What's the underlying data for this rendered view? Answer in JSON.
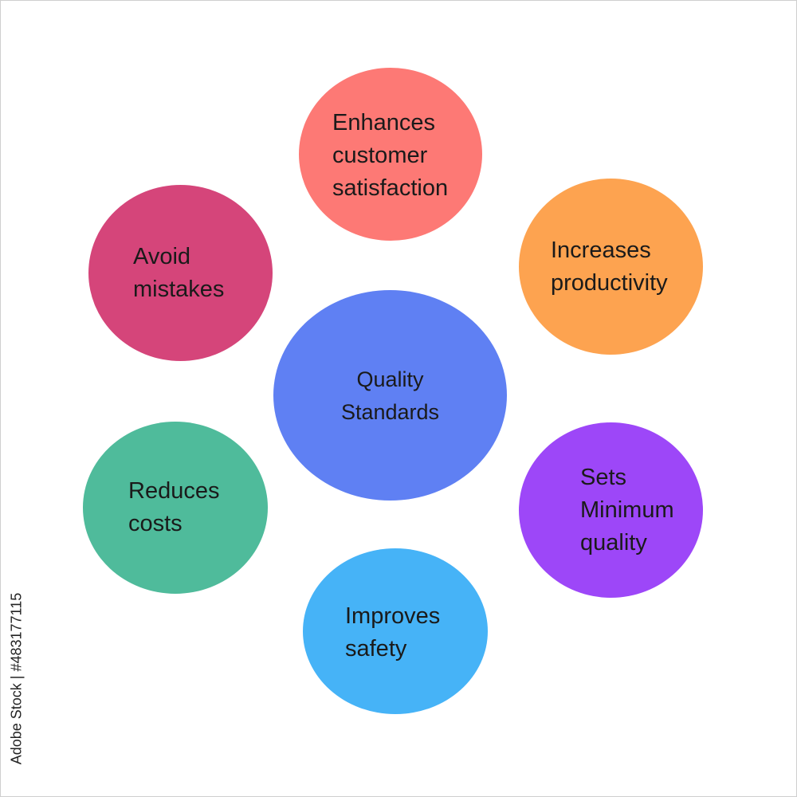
{
  "diagram": {
    "center": {
      "lines": [
        "Quality",
        "Standards"
      ],
      "color": "#5F80F3"
    },
    "benefits": [
      {
        "id": "top",
        "lines": [
          "Enhances",
          "customer",
          "satisfaction"
        ],
        "color": "#FD7975"
      },
      {
        "id": "right",
        "lines": [
          "Increases",
          "productivity"
        ],
        "color": "#FDA350"
      },
      {
        "id": "left",
        "lines": [
          "Avoid",
          "mistakes"
        ],
        "color": "#D5457A"
      },
      {
        "id": "lowleft",
        "lines": [
          "Reduces",
          "costs"
        ],
        "color": "#4FBB9B"
      },
      {
        "id": "lowright",
        "lines": [
          "Sets",
          "Minimum",
          "quality"
        ],
        "color": "#9D47F8"
      },
      {
        "id": "bottom",
        "lines": [
          "Improves",
          "safety"
        ],
        "color": "#46B3F7"
      }
    ]
  },
  "stock_id": "Adobe Stock | #483177115"
}
